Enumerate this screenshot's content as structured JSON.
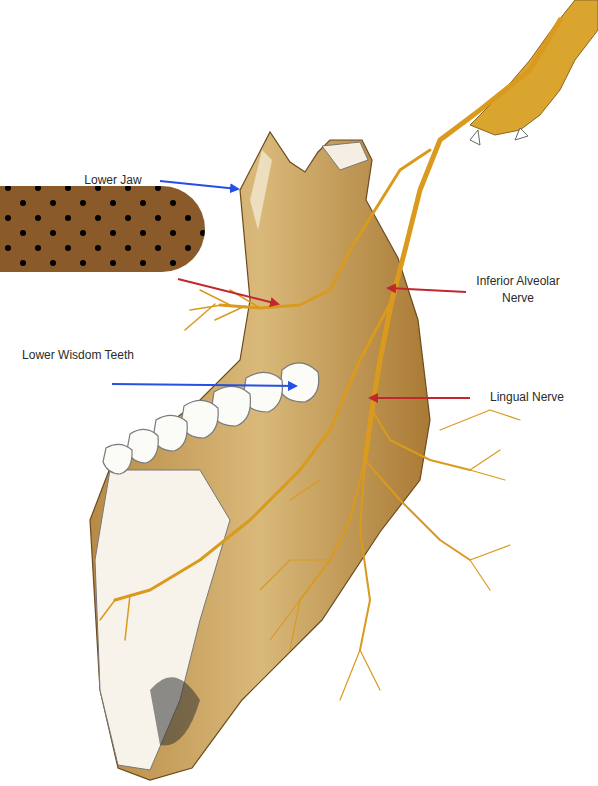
{
  "diagram": {
    "labels": [
      "Lower Jaw",
      "Lower Wisdom Teeth",
      "Inferior Alveolar Nerve",
      "Lingual Nerve"
    ]
  }
}
